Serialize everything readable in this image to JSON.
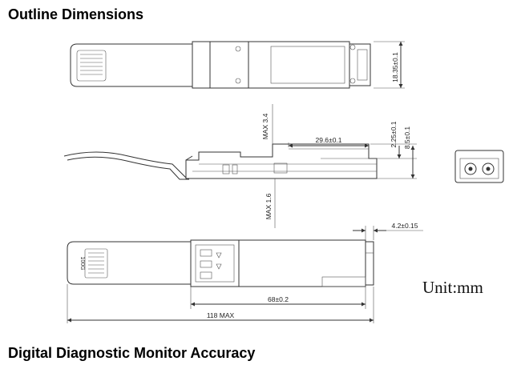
{
  "headings": {
    "outline": "Outline Dimensions",
    "ddm": "Digital Diagnostic Monitor Accuracy"
  },
  "dimensions": {
    "height_top": "18.35±0.1",
    "max_3_4": "MAX 3.4",
    "d_29_6": "29.6±0.1",
    "d_2_25": "2.25±0.1",
    "d_8_5": "8.5±0.1",
    "max_1_6": "MAX 1.6",
    "d_4_2": "4.2±0.15",
    "d_68": "68±0.2",
    "max_118": "118 MAX"
  },
  "unit_label": "Unit:mm",
  "module_marking": "100G",
  "colors": {
    "line": "#333333",
    "text": "#000000"
  }
}
